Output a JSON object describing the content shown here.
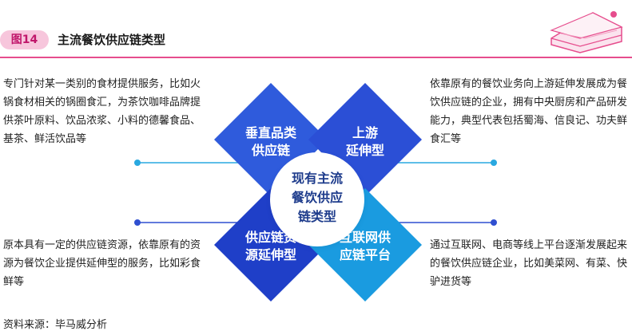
{
  "header": {
    "figure_number": "图14",
    "title": "主流餐饮供应链类型"
  },
  "center": {
    "lines": [
      "现有主流",
      "餐饮供应",
      "链类型"
    ]
  },
  "quadrants": {
    "top_left": {
      "lines": [
        "垂直品类",
        "供应链"
      ],
      "color": "#2f5bdc",
      "description": "专门针对某一类别的食材提供服务，比如火锅食材相关的锅圈食汇，为茶饮咖啡品牌提供茶叶原料、饮品浓浆、小料的德馨食品、基茶、鲜活饮品等"
    },
    "top_right": {
      "lines": [
        "上游",
        "延伸型"
      ],
      "color": "#2b4fd6",
      "description": "依靠原有的餐饮业务向上游延伸发展成为餐饮供应链的企业，拥有中央厨房和产品研发能力，典型代表包括蜀海、信良记、功夫鲜食汇等"
    },
    "bottom_left": {
      "lines": [
        "供应链资",
        "源延伸型"
      ],
      "color": "#1f3fc8",
      "description": "原本具有一定的供应链资源，依靠原有的资源为餐饮企业提供延伸型的服务，比如彩食鲜等"
    },
    "bottom_right": {
      "lines": [
        "互联网供",
        "应链平台"
      ],
      "color": "#1a9be0",
      "description": "通过互联网、电商等线上平台逐渐发展起来的餐饮供应链企业，比如美菜网、有菜、快驴进货等"
    }
  },
  "colors": {
    "accent_pink": "#e64d8d",
    "connector_top": "#29a8e0",
    "connector_bottom": "#2f4fd0",
    "center_text": "#1e3c8c"
  },
  "source": "资料来源：毕马威分析"
}
